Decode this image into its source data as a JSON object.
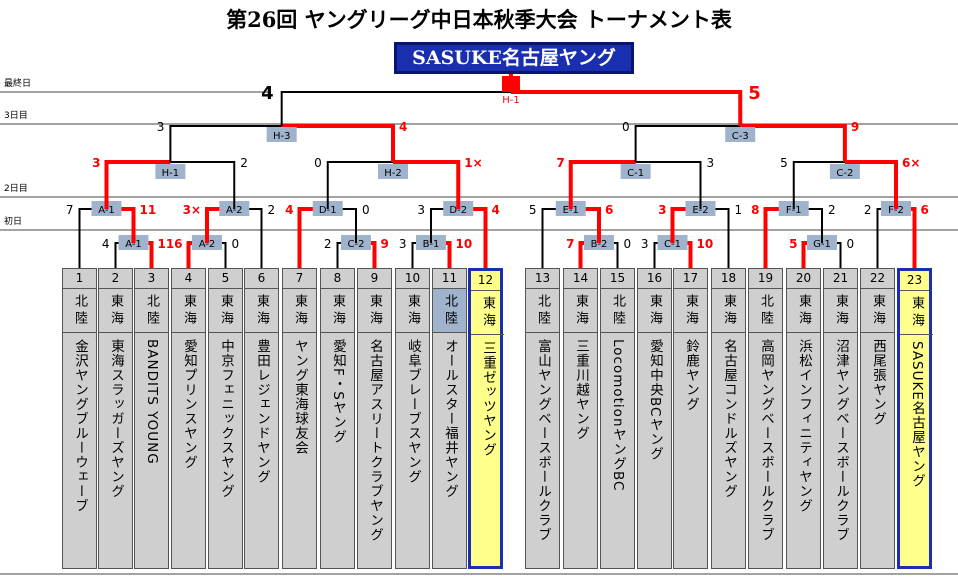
{
  "title": "第26回 ヤングリーグ中日本秋季大会 トーナメント表",
  "champion": "SASUKE名古屋ヤング",
  "row_labels": [
    "最終日",
    "3日目",
    "2日目",
    "初日"
  ],
  "teams": [
    {
      "num": "1",
      "region": "北陸",
      "name": "金沢ヤングブルーウェーブ"
    },
    {
      "num": "2",
      "region": "東海",
      "name": "東海スラッガーズヤング"
    },
    {
      "num": "3",
      "region": "北陸",
      "name": "BANDITS YOUNG"
    },
    {
      "num": "4",
      "region": "東海",
      "name": "愛知プリンスヤング"
    },
    {
      "num": "5",
      "region": "東海",
      "name": "中京フェニックスヤング"
    },
    {
      "num": "6",
      "region": "東海",
      "name": "豊田レジェンドヤング"
    },
    {
      "num": "7",
      "region": "東海",
      "name": "ヤング東海球友会"
    },
    {
      "num": "8",
      "region": "東海",
      "name": "愛知F・Sヤング"
    },
    {
      "num": "9",
      "region": "東海",
      "name": "名古屋アスリートクラブヤング"
    },
    {
      "num": "10",
      "region": "東海",
      "name": "岐阜ブレーブスヤング"
    },
    {
      "num": "11",
      "region": "北陸",
      "name": "オールスター福井ヤング"
    },
    {
      "num": "12",
      "region": "東海",
      "name": "三重ゼッツヤング"
    },
    {
      "num": "13",
      "region": "北陸",
      "name": "富山ヤングベースボールクラブ"
    },
    {
      "num": "14",
      "region": "東海",
      "name": "三重川越ヤング"
    },
    {
      "num": "15",
      "region": "北陸",
      "name": "LocomotionヤングBC"
    },
    {
      "num": "16",
      "region": "東海",
      "name": "愛知中央BCヤング"
    },
    {
      "num": "17",
      "region": "東海",
      "name": "鈴鹿ヤング"
    },
    {
      "num": "18",
      "region": "東海",
      "name": "名古屋コンドルズヤング"
    },
    {
      "num": "19",
      "region": "北陸",
      "name": "高岡ヤングベースボールクラブ"
    },
    {
      "num": "20",
      "region": "東海",
      "name": "浜松インフィニティヤング"
    },
    {
      "num": "21",
      "region": "東海",
      "name": "沼津ヤングベースボールクラブ"
    },
    {
      "num": "22",
      "region": "東海",
      "name": "西尾張ヤング"
    },
    {
      "num": "23",
      "region": "東海",
      "name": "SASUKE名古屋ヤング"
    }
  ],
  "matches": {
    "A-1a": {
      "label": "A-1",
      "left": "4",
      "right": "11"
    },
    "A-2a": {
      "label": "A-2",
      "left": "6",
      "right": "0"
    },
    "C-2a": {
      "label": "C-2",
      "left": "2",
      "right": "9"
    },
    "B-1a": {
      "label": "B-1",
      "left": "3",
      "right": "10"
    },
    "B-2a": {
      "label": "B-2",
      "left": "7",
      "right": "0"
    },
    "C-1a": {
      "label": "C-1",
      "left": "3",
      "right": "10"
    },
    "G-1a": {
      "label": "G-1",
      "left": "5",
      "right": "0"
    },
    "A-1": {
      "label": "A-1",
      "left": "7",
      "right": "11"
    },
    "A-2": {
      "label": "A-2",
      "left": "3",
      "right": "2",
      "left_mark": "×"
    },
    "D-1": {
      "label": "D-1",
      "left": "4",
      "right": "0"
    },
    "D-2": {
      "label": "D-2",
      "left": "3",
      "right": "4"
    },
    "E-1": {
      "label": "E-1",
      "left": "5",
      "right": "6"
    },
    "E-2": {
      "label": "E-2",
      "left": "3",
      "right": "1"
    },
    "F-1": {
      "label": "F-1",
      "left": "8",
      "right": "2"
    },
    "F-2": {
      "label": "F-2",
      "left": "2",
      "right": "6"
    },
    "H-1a": {
      "label": "H-1",
      "left": "3",
      "right": "2"
    },
    "H-2": {
      "label": "H-2",
      "left": "0",
      "right": "1",
      "right_mark": "×"
    },
    "C-1": {
      "label": "C-1",
      "left": "7",
      "right": "3"
    },
    "C-2": {
      "label": "C-2",
      "left": "5",
      "right": "6",
      "right_mark": "×"
    },
    "H-3": {
      "label": "H-3",
      "left": "3",
      "right": "4"
    },
    "C-3": {
      "label": "C-3",
      "left": "0",
      "right": "9"
    },
    "H-1": {
      "label": "H-1",
      "left": "4",
      "right": "5"
    }
  },
  "colors": {
    "win": "#ff0000",
    "lose": "#000000",
    "champion_bg": "#1a2fb0",
    "win_cell": "#ffff8c",
    "box": "#9fb3cc"
  }
}
